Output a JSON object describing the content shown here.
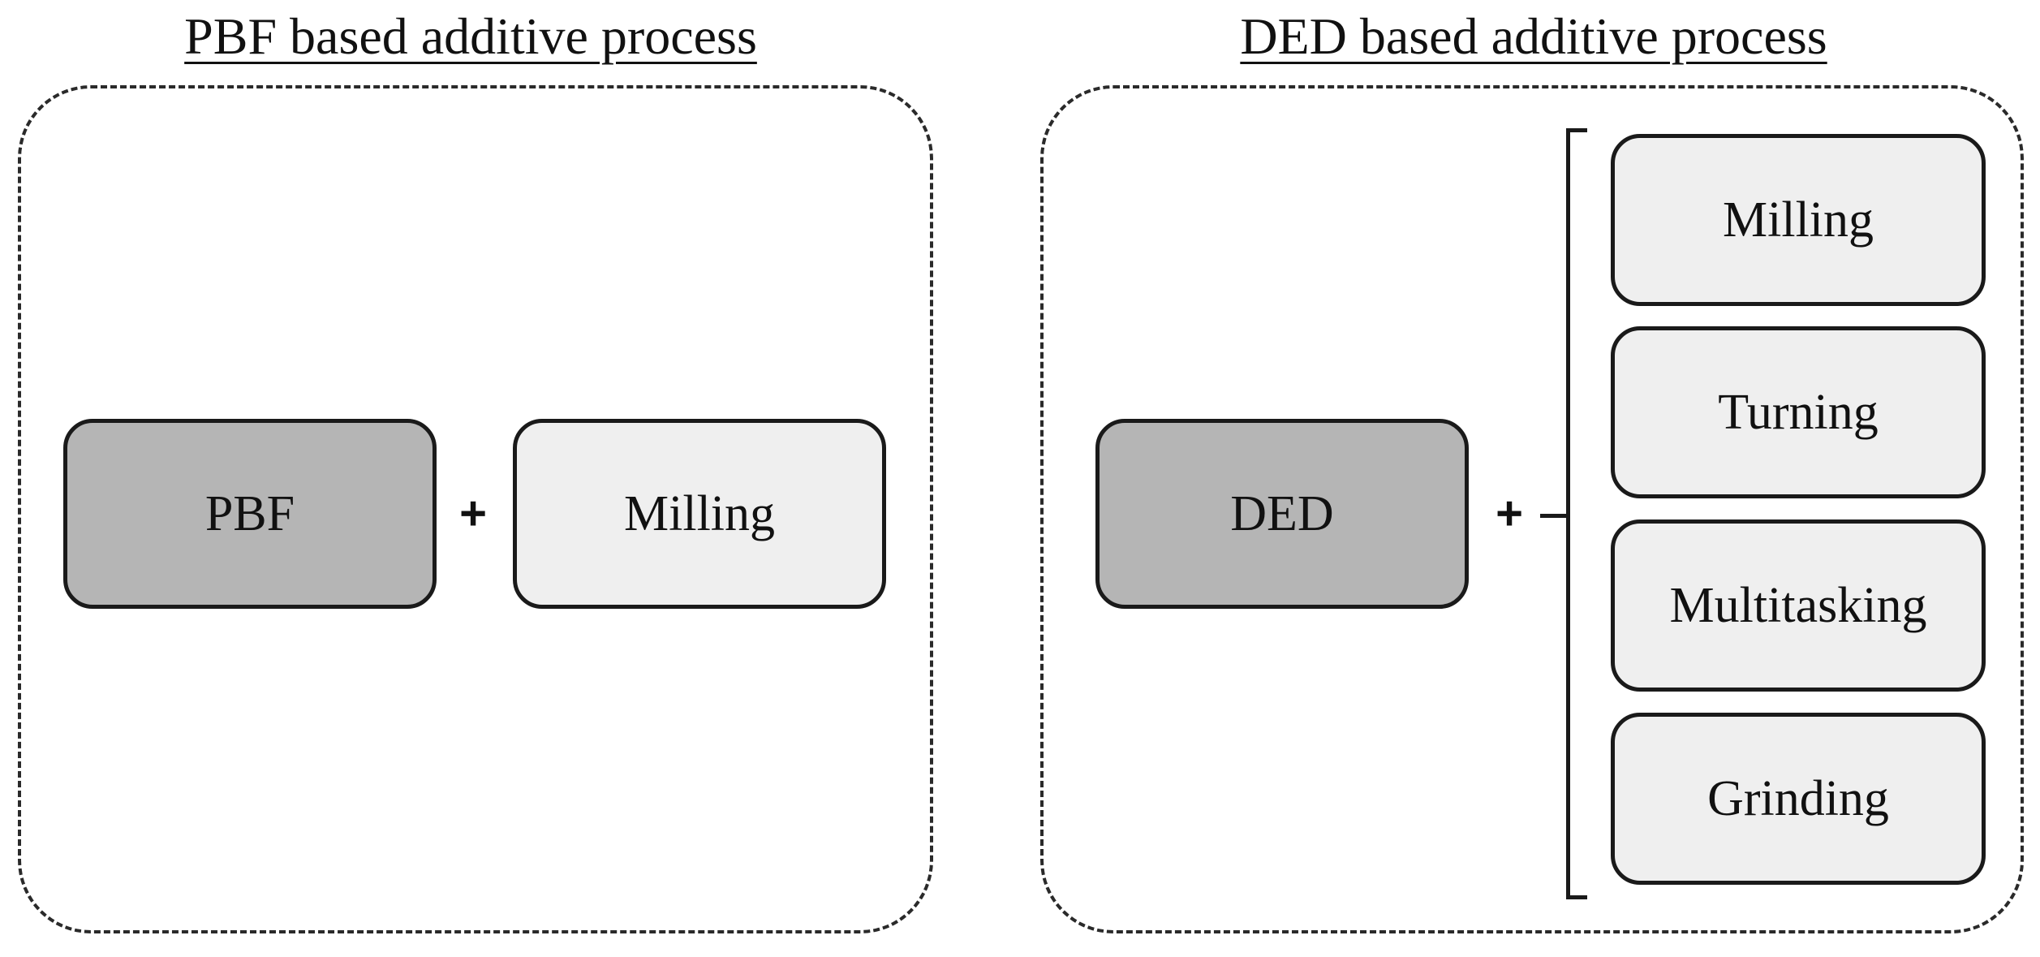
{
  "pbf_panel": {
    "title": "PBF based additive process",
    "process_label": "PBF",
    "operator": "+",
    "subtractive_label": "Milling"
  },
  "ded_panel": {
    "title": "DED based additive process",
    "process_label": "DED",
    "operator": "+",
    "options": [
      "Milling",
      "Turning",
      "Multitasking",
      "Grinding"
    ]
  }
}
